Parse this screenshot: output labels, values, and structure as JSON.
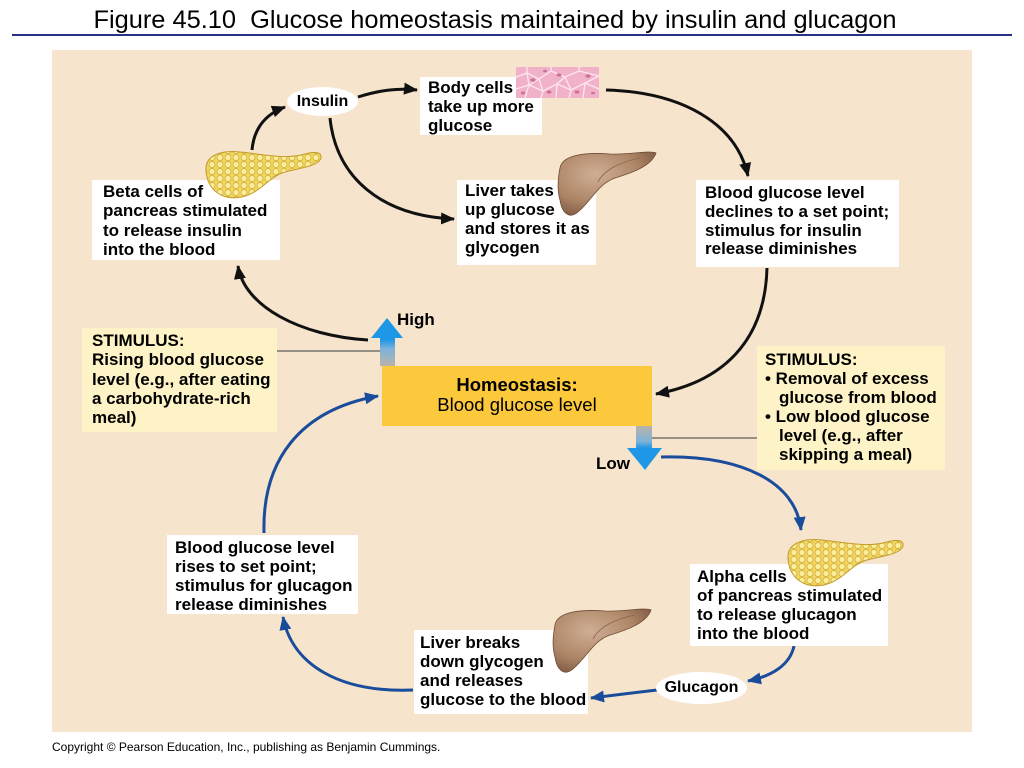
{
  "title": "Figure 45.10  Glucose homeostasis maintained by insulin and glucagon",
  "copyright": "Copyright © Pearson Education, Inc., publishing as Benjamin Cummings.",
  "colors": {
    "panel": "#f6e4cd",
    "title_rule": "#26318a",
    "homeostasis_box": "#fcc83c",
    "stimulus_box": "#fdf3c6",
    "insulin_arrows": "#111111",
    "glucagon_arrows": "#1a4c9c",
    "level_arrows": "#1e98e6"
  },
  "diagram": {
    "insulin": "Insulin",
    "glucagon": "Glucagon",
    "high": "High",
    "low": "Low",
    "homeostasis": {
      "heading": "Homeostasis:",
      "subheading": "Blood glucose level"
    },
    "body_cells": [
      "Body cells",
      "take up more",
      "glucose"
    ],
    "beta_cells": [
      "Beta cells of",
      "pancreas stimulated",
      "to release insulin",
      "into the blood"
    ],
    "liver_takes_up": [
      "Liver takes",
      "up glucose",
      "and stores it as",
      "glycogen"
    ],
    "glucose_declines": [
      "Blood glucose level",
      "declines to a set point;",
      "stimulus for insulin",
      "release diminishes"
    ],
    "stimulus_high": [
      "STIMULUS:",
      "Rising blood glucose",
      "level (e.g., after eating",
      "a carbohydrate-rich",
      "meal)"
    ],
    "stimulus_low": [
      "STIMULUS:",
      "• Removal of excess",
      "glucose from blood",
      "• Low blood glucose",
      "level (e.g., after",
      "skipping a meal)"
    ],
    "alpha_cells": [
      "Alpha cells",
      "of pancreas stimulated",
      "to release glucagon",
      "into the blood"
    ],
    "liver_breaks_down": [
      "Liver breaks",
      "down glycogen",
      "and releases",
      "glucose to the blood"
    ],
    "glucose_rises": [
      "Blood glucose level",
      "rises to set point;",
      "stimulus for glucagon",
      "release diminishes"
    ]
  }
}
